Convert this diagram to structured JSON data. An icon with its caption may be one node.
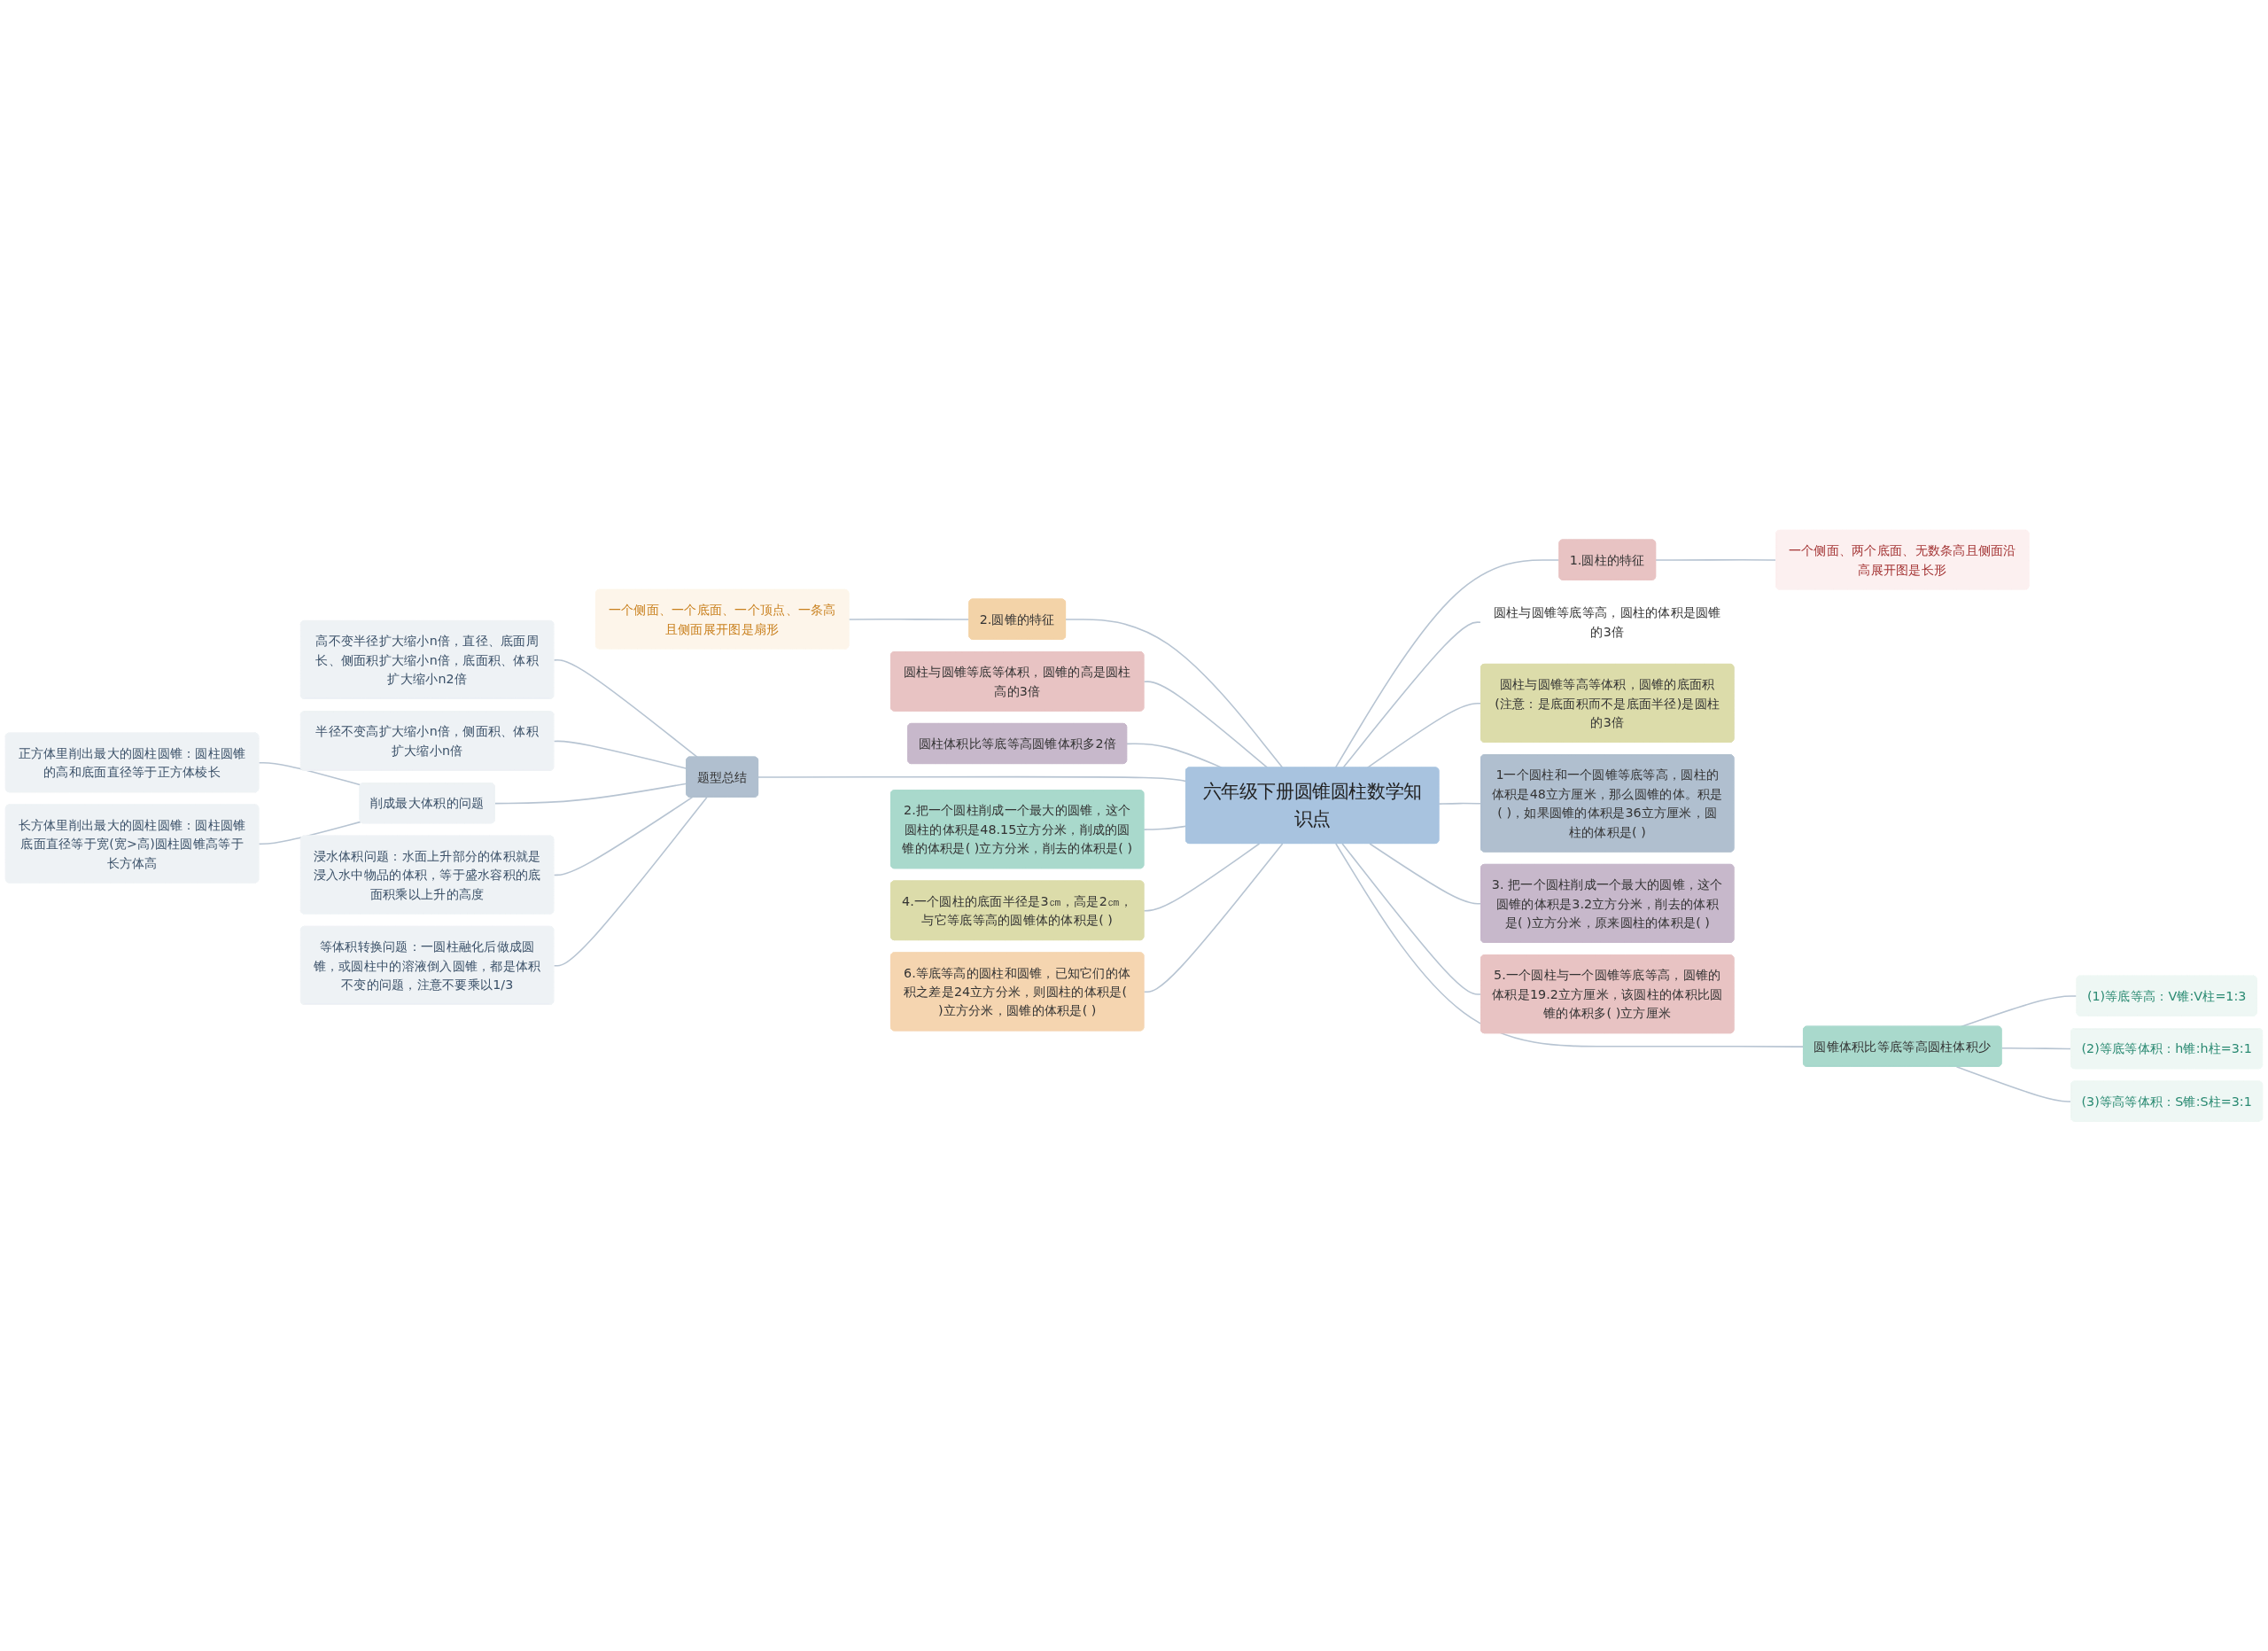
{
  "diagram": {
    "nodes": [
      {
        "text": [
          "六年级下册圆锥圆柱数学知识点"
        ]
      },
      {
        "text": [
          "2.圆锥的特征"
        ]
      },
      {
        "text": [
          "一个侧面、一个底面、一个顶点、一条高且侧面展开图是扇形"
        ]
      },
      {
        "text": [
          "圆柱与圆锥等底等体积，圆锥的高是圆柱高的3倍"
        ]
      },
      {
        "text": [
          "圆柱体积比等底等高圆锥体积多2倍"
        ]
      },
      {
        "text": [
          "题型总结"
        ]
      },
      {
        "text": [
          "高不变半径扩大缩小n倍，直径、底面周长、侧面积扩大缩小n倍，底面积、体积扩大缩小n2倍"
        ]
      },
      {
        "text": [
          "半径不变高扩大缩小n倍，侧面积、体积扩大缩小n倍"
        ]
      },
      {
        "text": [
          "削成最大体积的问题"
        ]
      },
      {
        "text": [
          "正方体里削出最大的圆柱圆锥：圆柱圆锥的高和底面直径等于正方体棱长"
        ]
      },
      {
        "text": [
          "长方体里削出最大的圆柱圆锥：圆柱圆锥底面直径等于宽(宽>高)圆柱圆锥高等于长方体高"
        ]
      },
      {
        "text": [
          "浸水体积问题：水面上升部分的体积就是浸入水中物品的体积，等于盛水容积的底面积乘以上升的高度"
        ]
      },
      {
        "text": [
          "等体积转换问题：一圆柱融化后做成圆锥，或圆柱中的溶液倒入圆锥，都是体积不变的问题，注意不要乘以1/3"
        ]
      },
      {
        "text": [
          "2.把一个圆柱削成一个最大的圆锥，这个圆柱的体积是48.15立方分米，削成的圆锥的体积是( )立方分米，削去的体积是( )"
        ]
      },
      {
        "text": [
          "4.一个圆柱的底面半径是3㎝，高是2㎝，与它等底等高的圆锥体的体积是( )"
        ]
      },
      {
        "text": [
          "6.等底等高的圆柱和圆锥，已知它们的体积之差是24立方分米，则圆柱的体积是( )立方分米，圆锥的体积是( )"
        ]
      },
      {
        "text": [
          "1.圆柱的特征"
        ]
      },
      {
        "text": [
          "一个侧面、两个底面、无数条高且侧面沿高展开图是长形"
        ]
      },
      {
        "text": [
          "圆柱与圆锥等底等高，圆柱的体积是圆锥的3倍"
        ]
      },
      {
        "text": [
          "圆柱与圆锥等高等体积，圆锥的底面积(注意：是底面积而不是底面半径)是圆柱的3倍"
        ]
      },
      {
        "text": [
          "圆锥体积比等底等高圆柱体积少"
        ]
      },
      {
        "text": [
          "(1)等底等高：V锥:V柱=1:3"
        ]
      },
      {
        "text": [
          "(2)等底等体积：h锥:h柱=3:1"
        ]
      },
      {
        "text": [
          "(3)等高等体积：S锥:S柱=3:1"
        ]
      },
      {
        "text": [
          "1一个圆柱和一个圆锥等底等高，圆柱的体积是48立方厘米，那么圆锥的体。积是( )，如果圆锥的体积是36立方厘米，圆柱的体积是( )"
        ]
      },
      {
        "text": [
          "3. 把一个圆柱削成一个最大的圆锥，这个圆锥的体积是3.2立方分米，削去的体积是( )立方分米，原来圆柱的体积是( )"
        ]
      },
      {
        "text": [
          "5.一个圆柱与一个圆锥等底等高，圆锥的体积是19.2立方厘米，该圆柱的体积比圆锥的体积多( )立方厘米"
        ]
      }
    ],
    "edges": [
      {
        "from": 0,
        "to": 1,
        "arrow": "none"
      },
      {
        "from": 1,
        "to": 2,
        "arrow": "none"
      },
      {
        "from": 0,
        "to": 3,
        "arrow": "none"
      },
      {
        "from": 0,
        "to": 4,
        "arrow": "none"
      },
      {
        "from": 0,
        "to": 5,
        "arrow": "none"
      },
      {
        "from": 5,
        "to": 6,
        "arrow": "none"
      },
      {
        "from": 5,
        "to": 7,
        "arrow": "none"
      },
      {
        "from": 5,
        "to": 8,
        "arrow": "none"
      },
      {
        "from": 8,
        "to": 9,
        "arrow": "none"
      },
      {
        "from": 8,
        "to": 10,
        "arrow": "none"
      },
      {
        "from": 5,
        "to": 11,
        "arrow": "none"
      },
      {
        "from": 5,
        "to": 12,
        "arrow": "none"
      },
      {
        "from": 0,
        "to": 13,
        "arrow": "none"
      },
      {
        "from": 0,
        "to": 14,
        "arrow": "none"
      },
      {
        "from": 0,
        "to": 15,
        "arrow": "none"
      },
      {
        "from": 0,
        "to": 16,
        "arrow": "none"
      },
      {
        "from": 16,
        "to": 17,
        "arrow": "none"
      },
      {
        "from": 0,
        "to": 18,
        "arrow": "none"
      },
      {
        "from": 0,
        "to": 19,
        "arrow": "none"
      },
      {
        "from": 0,
        "to": 20,
        "arrow": "none"
      },
      {
        "from": 20,
        "to": 21,
        "arrow": "none"
      },
      {
        "from": 20,
        "to": 22,
        "arrow": "none"
      },
      {
        "from": 20,
        "to": 23,
        "arrow": "none"
      },
      {
        "from": 0,
        "to": 24,
        "arrow": "none"
      },
      {
        "from": 0,
        "to": 25,
        "arrow": "none"
      },
      {
        "from": 0,
        "to": 26,
        "arrow": "none"
      }
    ]
  }
}
